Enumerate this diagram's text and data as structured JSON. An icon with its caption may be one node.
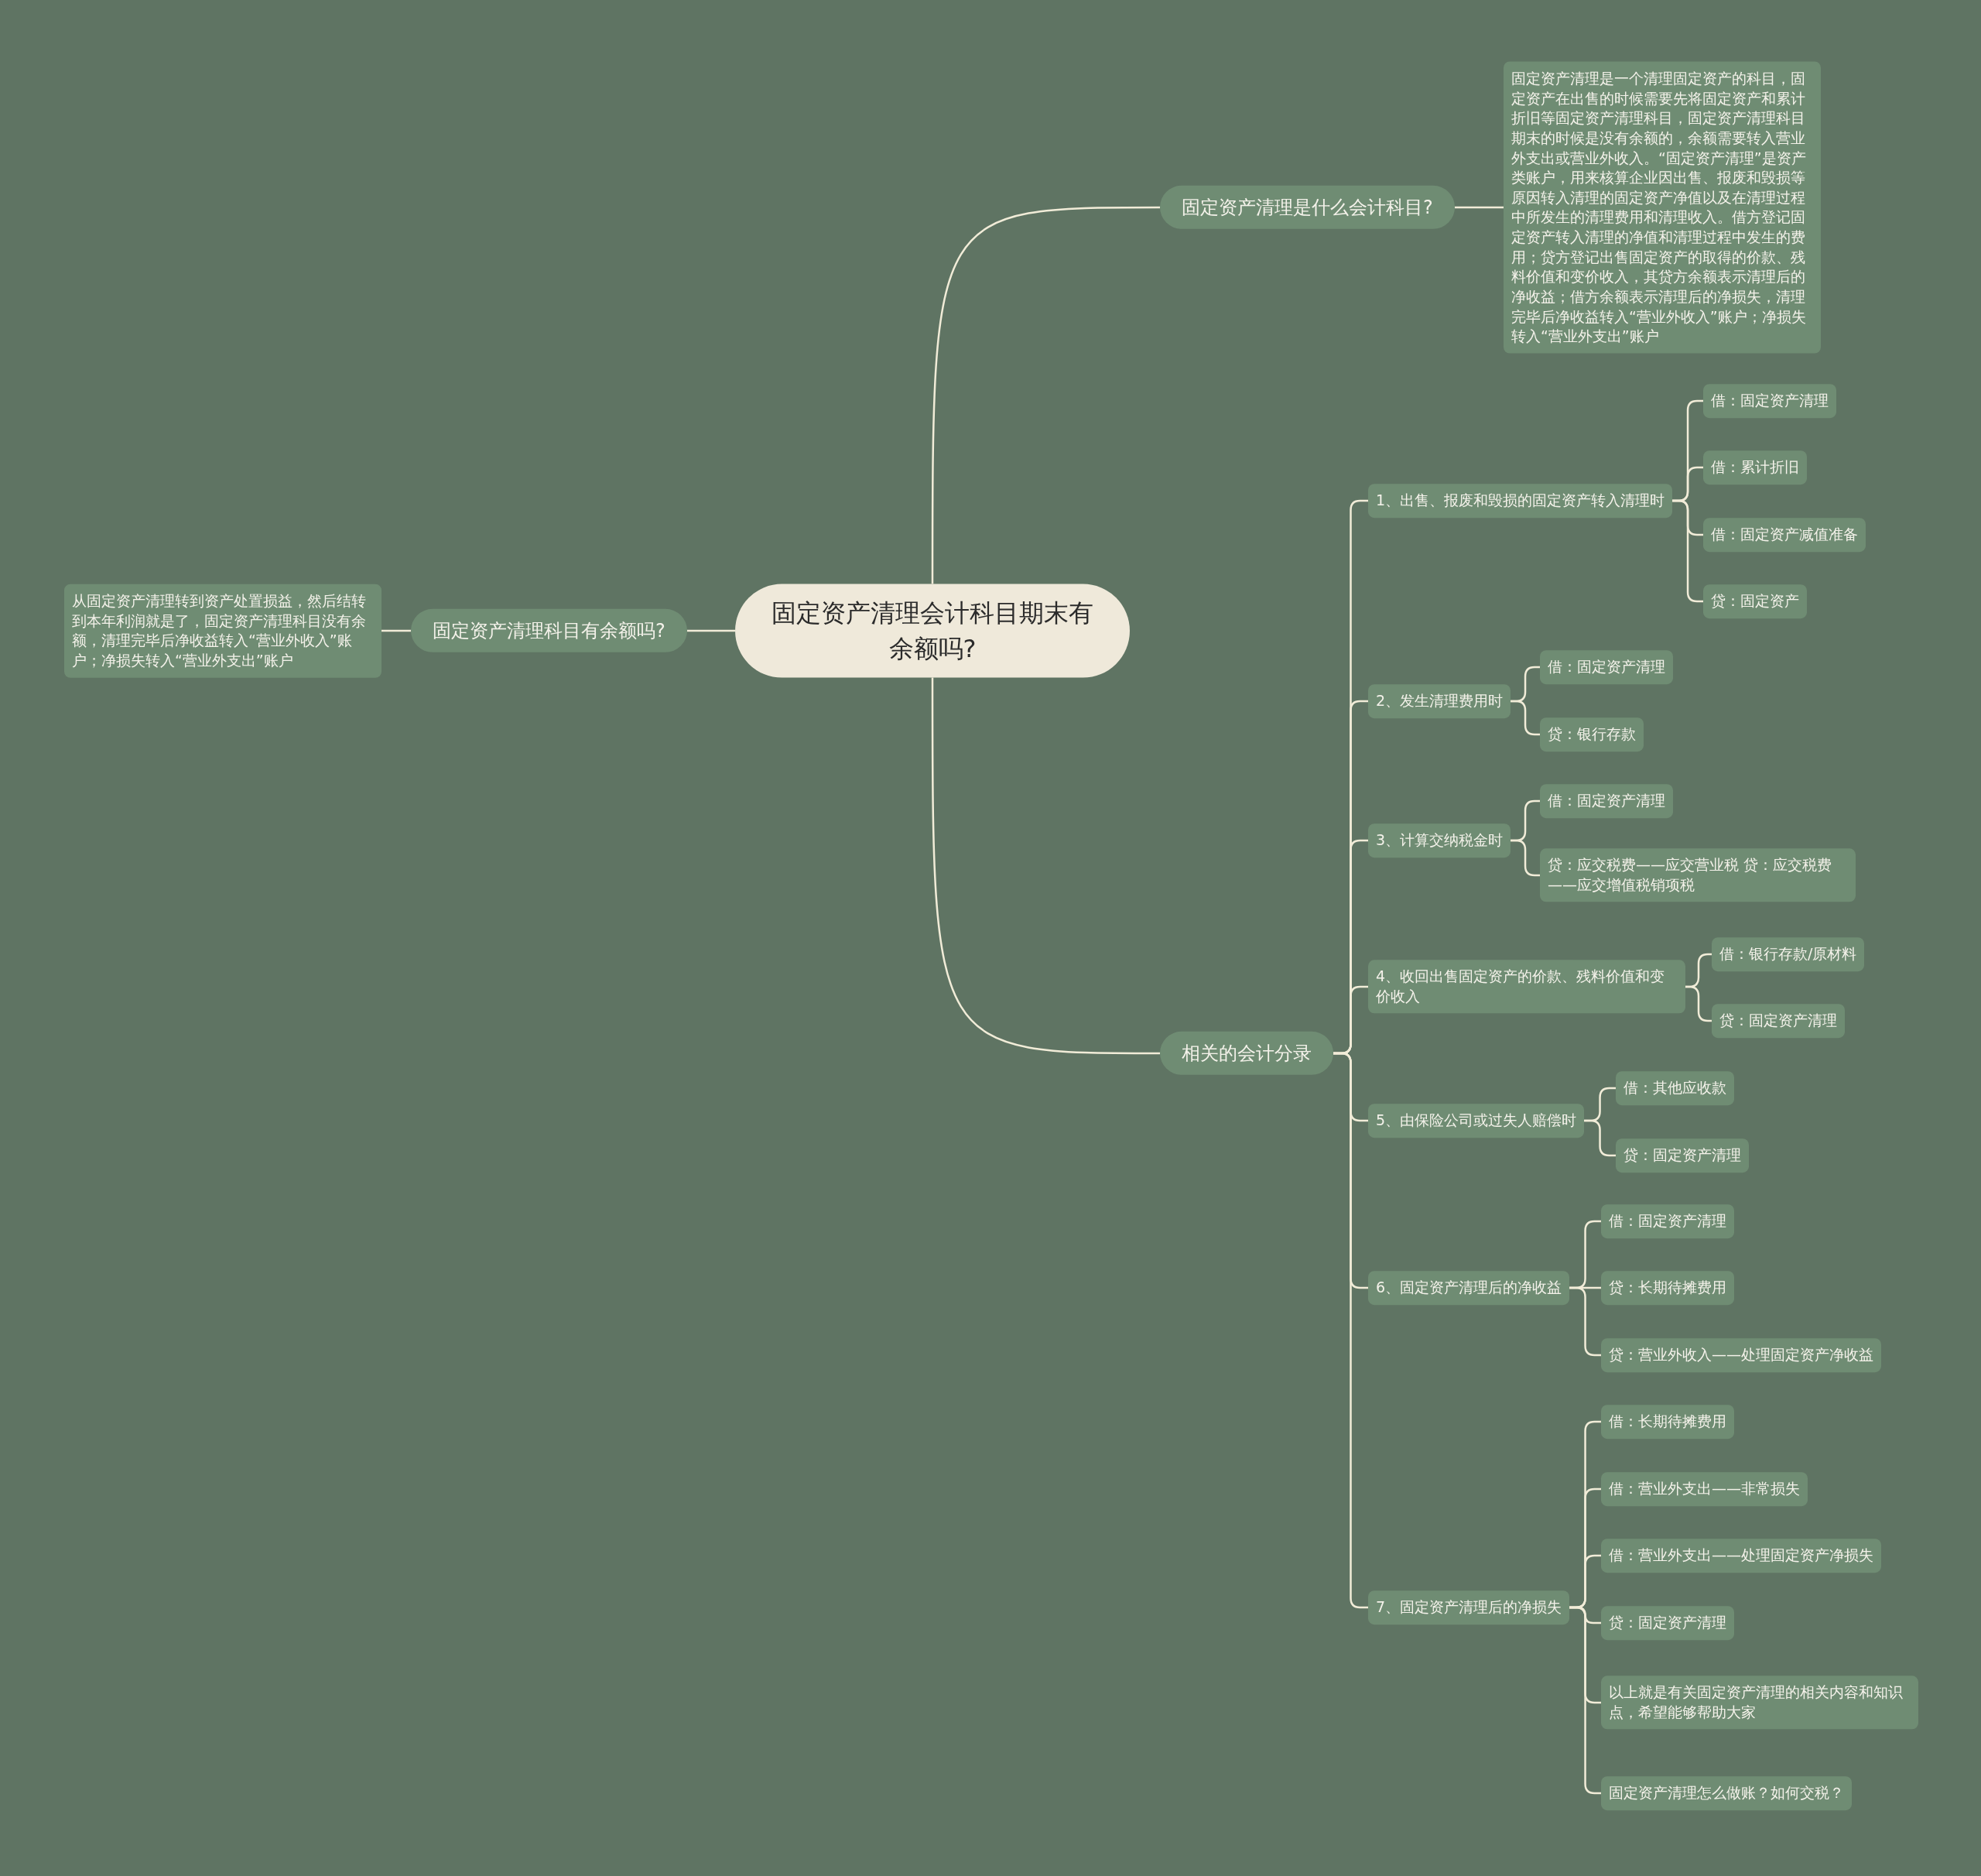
{
  "diagram": {
    "nodes": [
      {
        "text": [
          "固定资产清理会计科目期末有余额吗?"
        ]
      },
      {
        "text": [
          "固定资产清理是什么会计科目?"
        ]
      },
      {
        "text": [
          "固定资产清理是一个清理固定资产的科目，固定资产在出售的时候需要先将固定资产和累计折旧等固定资产清理科目，固定资产清理科目期末的时候是没有余额的，余额需要转入营业外支出或营业外收入。“固定资产清理”是资产类账户，用来核算企业因出售、报废和毁损等原因转入清理的固定资产净值以及在清理过程中所发生的清理费用和清理收入。借方登记固定资产转入清理的净值和清理过程中发生的费用；贷方登记出售固定资产的取得的价款、残料价值和变价收入，其贷方余额表示清理后的净收益；借方余额表示清理后的净损失，清理完毕后净收益转入“营业外收入”账户；净损失转入“营业外支出”账户"
        ]
      },
      {
        "text": [
          "固定资产清理科目有余额吗?"
        ]
      },
      {
        "text": [
          "从固定资产清理转到资产处置损益，然后结转到本年利润就是了，固定资产清理科目没有余额，清理完毕后净收益转入“营业外收入”账户；净损失转入“营业外支出”账户"
        ]
      },
      {
        "text": [
          "相关的会计分录"
        ]
      },
      {
        "text": [
          "1、出售、报废和毁损的固定资产转入清理时"
        ]
      },
      {
        "text": [
          "借：固定资产清理"
        ]
      },
      {
        "text": [
          "借：累计折旧"
        ]
      },
      {
        "text": [
          "借：固定资产减值准备"
        ]
      },
      {
        "text": [
          "贷：固定资产"
        ]
      },
      {
        "text": [
          "2、发生清理费用时"
        ]
      },
      {
        "text": [
          "借：固定资产清理"
        ]
      },
      {
        "text": [
          "贷：银行存款"
        ]
      },
      {
        "text": [
          "3、计算交纳税金时"
        ]
      },
      {
        "text": [
          "借：固定资产清理"
        ]
      },
      {
        "text": [
          "贷：应交税费——应交营业税 贷：应交税费——应交增值税销项税"
        ]
      },
      {
        "text": [
          "4、收回出售固定资产的价款、残料价值和变价收入"
        ]
      },
      {
        "text": [
          "借：银行存款/原材料"
        ]
      },
      {
        "text": [
          "贷：固定资产清理"
        ]
      },
      {
        "text": [
          "5、由保险公司或过失人赔偿时"
        ]
      },
      {
        "text": [
          "借：其他应收款"
        ]
      },
      {
        "text": [
          "贷：固定资产清理"
        ]
      },
      {
        "text": [
          "6、固定资产清理后的净收益"
        ]
      },
      {
        "text": [
          "借：固定资产清理"
        ]
      },
      {
        "text": [
          "贷：长期待摊费用"
        ]
      },
      {
        "text": [
          "贷：营业外收入——处理固定资产净收益"
        ]
      },
      {
        "text": [
          "7、固定资产清理后的净损失"
        ]
      },
      {
        "text": [
          "借：长期待摊费用"
        ]
      },
      {
        "text": [
          "借：营业外支出——非常损失"
        ]
      },
      {
        "text": [
          "借：营业外支出——处理固定资产净损失"
        ]
      },
      {
        "text": [
          "贷：固定资产清理"
        ]
      },
      {
        "text": [
          "以上就是有关固定资产清理的相关内容和知识点，希望能够帮助大家"
        ]
      },
      {
        "text": [
          "固定资产清理怎么做账？如何交税？"
        ]
      }
    ],
    "edges": [
      {
        "from": 0,
        "to": 1,
        "arrow": "none"
      },
      {
        "from": 1,
        "to": 2,
        "arrow": "none"
      },
      {
        "from": 0,
        "to": 3,
        "arrow": "none"
      },
      {
        "from": 3,
        "to": 4,
        "arrow": "none"
      },
      {
        "from": 0,
        "to": 5,
        "arrow": "none"
      },
      {
        "from": 5,
        "to": 6,
        "arrow": "none"
      },
      {
        "from": 6,
        "to": 7,
        "arrow": "none"
      },
      {
        "from": 6,
        "to": 8,
        "arrow": "none"
      },
      {
        "from": 6,
        "to": 9,
        "arrow": "none"
      },
      {
        "from": 6,
        "to": 10,
        "arrow": "none"
      },
      {
        "from": 5,
        "to": 11,
        "arrow": "none"
      },
      {
        "from": 11,
        "to": 12,
        "arrow": "none"
      },
      {
        "from": 11,
        "to": 13,
        "arrow": "none"
      },
      {
        "from": 5,
        "to": 14,
        "arrow": "none"
      },
      {
        "from": 14,
        "to": 15,
        "arrow": "none"
      },
      {
        "from": 14,
        "to": 16,
        "arrow": "none"
      },
      {
        "from": 5,
        "to": 17,
        "arrow": "none"
      },
      {
        "from": 17,
        "to": 18,
        "arrow": "none"
      },
      {
        "from": 17,
        "to": 19,
        "arrow": "none"
      },
      {
        "from": 5,
        "to": 20,
        "arrow": "none"
      },
      {
        "from": 20,
        "to": 21,
        "arrow": "none"
      },
      {
        "from": 20,
        "to": 22,
        "arrow": "none"
      },
      {
        "from": 5,
        "to": 23,
        "arrow": "none"
      },
      {
        "from": 23,
        "to": 24,
        "arrow": "none"
      },
      {
        "from": 23,
        "to": 25,
        "arrow": "none"
      },
      {
        "from": 23,
        "to": 26,
        "arrow": "none"
      },
      {
        "from": 5,
        "to": 27,
        "arrow": "none"
      },
      {
        "from": 27,
        "to": 28,
        "arrow": "none"
      },
      {
        "from": 27,
        "to": 29,
        "arrow": "none"
      },
      {
        "from": 27,
        "to": 30,
        "arrow": "none"
      },
      {
        "from": 27,
        "to": 31,
        "arrow": "none"
      },
      {
        "from": 27,
        "to": 32,
        "arrow": "none"
      },
      {
        "from": 27,
        "to": 33,
        "arrow": "none"
      }
    ]
  }
}
